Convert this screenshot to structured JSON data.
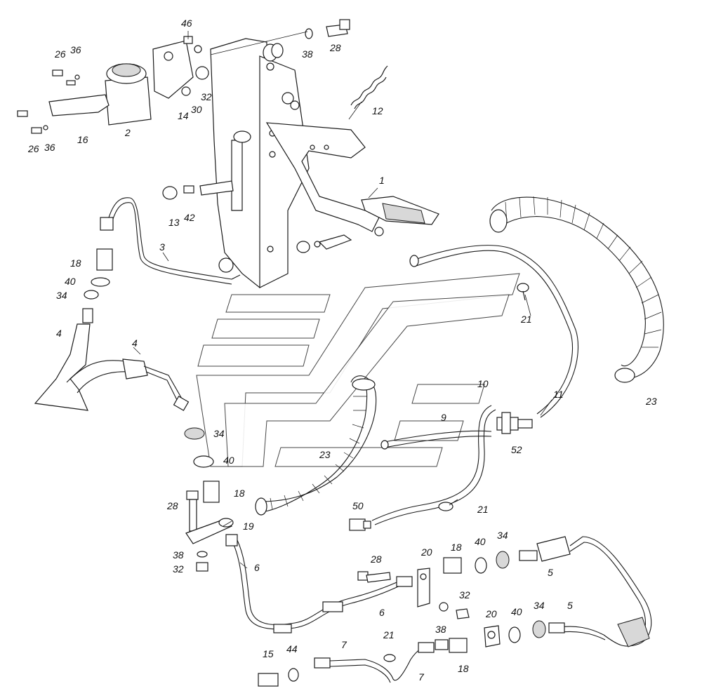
{
  "callouts": [
    {
      "id": "c46a",
      "text": "46"
    },
    {
      "id": "c26a",
      "text": "26"
    },
    {
      "id": "c36a",
      "text": "36"
    },
    {
      "id": "c38a",
      "text": "38"
    },
    {
      "id": "c28a",
      "text": "28"
    },
    {
      "id": "c32a",
      "text": "32"
    },
    {
      "id": "c14",
      "text": "14"
    },
    {
      "id": "c30",
      "text": "30"
    },
    {
      "id": "c2",
      "text": "2"
    },
    {
      "id": "c12",
      "text": "12"
    },
    {
      "id": "c16",
      "text": "16"
    },
    {
      "id": "c26b",
      "text": "26"
    },
    {
      "id": "c36b",
      "text": "36"
    },
    {
      "id": "c1",
      "text": "1"
    },
    {
      "id": "c13",
      "text": "13"
    },
    {
      "id": "c42",
      "text": "42"
    },
    {
      "id": "c3",
      "text": "3"
    },
    {
      "id": "c18a",
      "text": "18"
    },
    {
      "id": "c40a",
      "text": "40"
    },
    {
      "id": "c34a",
      "text": "34"
    },
    {
      "id": "c4a",
      "text": "4"
    },
    {
      "id": "c4b",
      "text": "4"
    },
    {
      "id": "c21a",
      "text": "21"
    },
    {
      "id": "c23a",
      "text": "23"
    },
    {
      "id": "c10",
      "text": "10"
    },
    {
      "id": "c11",
      "text": "11"
    },
    {
      "id": "c9",
      "text": "9"
    },
    {
      "id": "c52",
      "text": "52"
    },
    {
      "id": "c34b",
      "text": "34"
    },
    {
      "id": "c40b",
      "text": "40"
    },
    {
      "id": "c23b",
      "text": "23"
    },
    {
      "id": "c18b",
      "text": "18"
    },
    {
      "id": "c28b",
      "text": "28"
    },
    {
      "id": "c19",
      "text": "19"
    },
    {
      "id": "c50",
      "text": "50"
    },
    {
      "id": "c21b",
      "text": "21"
    },
    {
      "id": "c38b",
      "text": "38"
    },
    {
      "id": "c32b",
      "text": "32"
    },
    {
      "id": "c6a",
      "text": "6"
    },
    {
      "id": "c20a",
      "text": "20"
    },
    {
      "id": "c18c",
      "text": "18"
    },
    {
      "id": "c40c",
      "text": "40"
    },
    {
      "id": "c34c",
      "text": "34"
    },
    {
      "id": "c5a",
      "text": "5"
    },
    {
      "id": "c28c",
      "text": "28"
    },
    {
      "id": "c32c",
      "text": "32"
    },
    {
      "id": "c6b",
      "text": "6"
    },
    {
      "id": "c38c",
      "text": "38"
    },
    {
      "id": "c20b",
      "text": "20"
    },
    {
      "id": "c40d",
      "text": "40"
    },
    {
      "id": "c34d",
      "text": "34"
    },
    {
      "id": "c5b",
      "text": "5"
    },
    {
      "id": "c21c",
      "text": "21"
    },
    {
      "id": "c7a",
      "text": "7"
    },
    {
      "id": "c15",
      "text": "15"
    },
    {
      "id": "c44",
      "text": "44"
    },
    {
      "id": "c7b",
      "text": "7"
    },
    {
      "id": "c18d",
      "text": "18"
    }
  ]
}
